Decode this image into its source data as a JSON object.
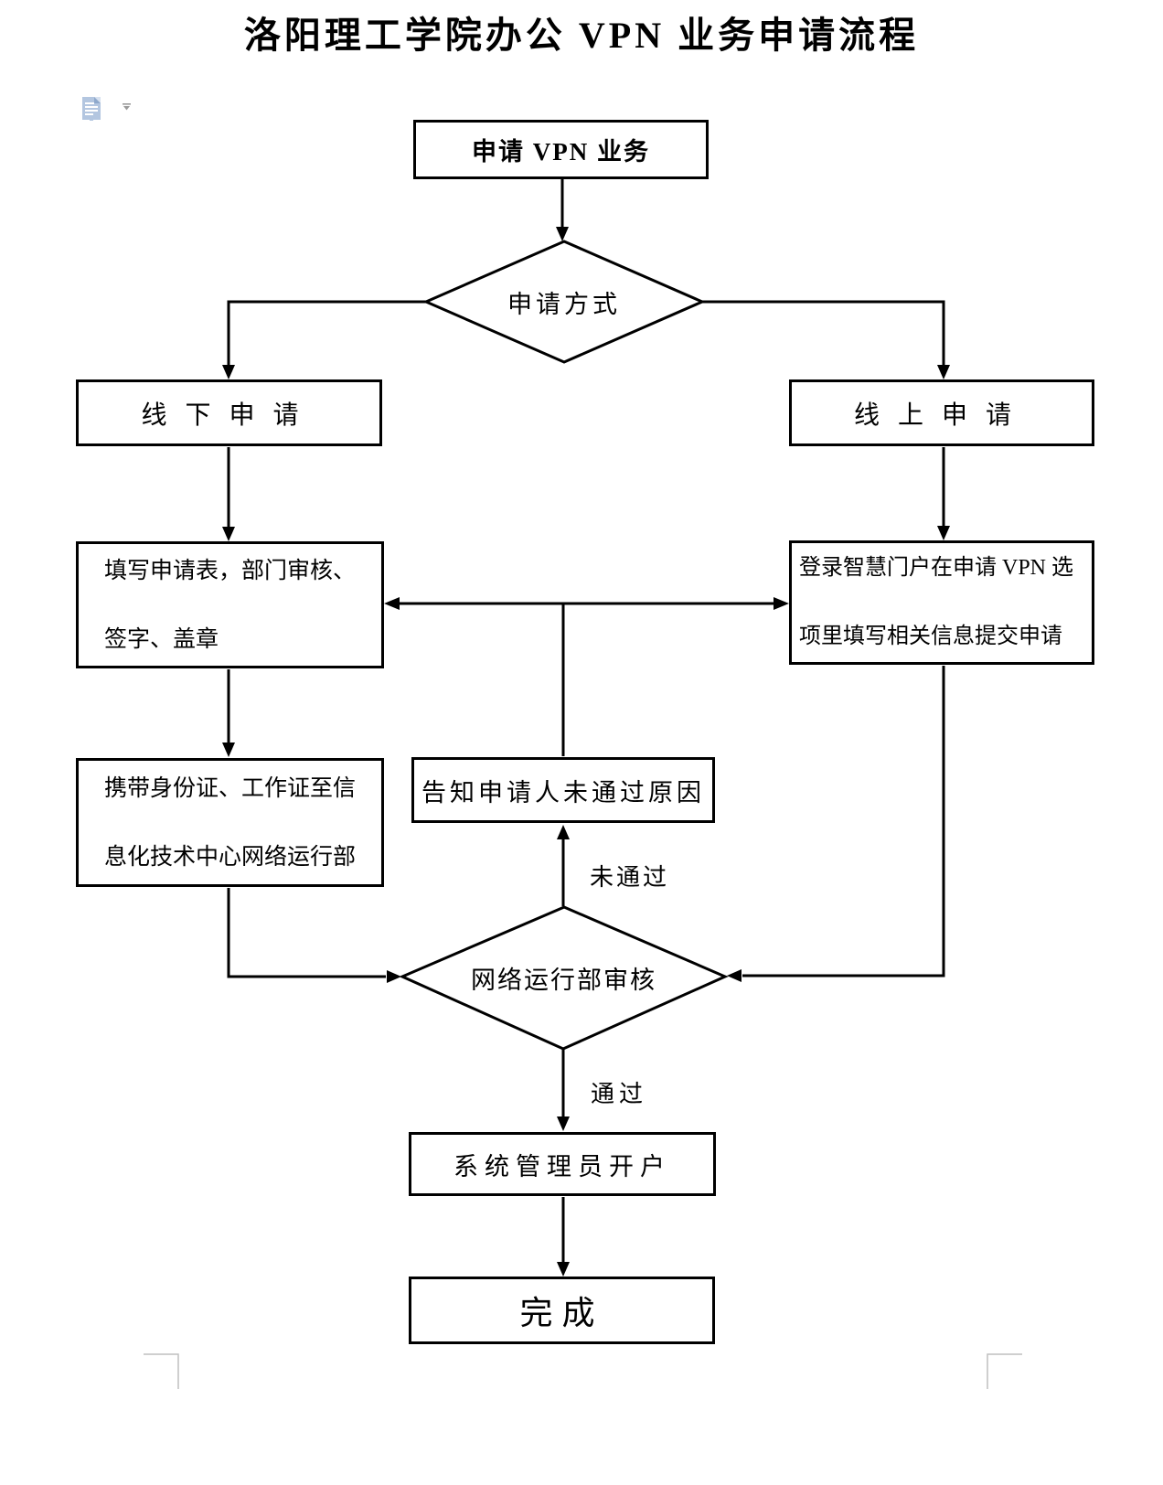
{
  "title": "洛阳理工学院办公 VPN 业务申请流程",
  "colors": {
    "line": "#000000",
    "box_border": "#000000",
    "corner_mark": "#bfbfbf",
    "paste_icon_blue": "#b3c6e0"
  },
  "icons": {
    "paste_options": "paste-options-icon",
    "paste_options_dropdown": "chevron-down-icon"
  },
  "nodes": {
    "start": {
      "label": "申请 VPN 业务"
    },
    "apply_method": {
      "label": "申请方式"
    },
    "offline": {
      "label": "线下申请"
    },
    "online": {
      "label": "线上申请"
    },
    "fill_form": {
      "line1": "填写申请表，部门审核、",
      "line2": "签字、盖章"
    },
    "portal": {
      "line1": "登录智慧门户在申请 VPN 选",
      "line2": "项里填写相关信息提交申请"
    },
    "notify": {
      "label": "告知申请人未通过原因"
    },
    "carry_id": {
      "line1": "携带身份证、工作证至信",
      "line2": "息化技术中心网络运行部"
    },
    "review": {
      "label": "网络运行部审核"
    },
    "open_account": {
      "label": "系统管理员开户"
    },
    "finish": {
      "label": "完成"
    }
  },
  "edge_labels": {
    "not_passed": "未通过",
    "passed": "通过"
  }
}
